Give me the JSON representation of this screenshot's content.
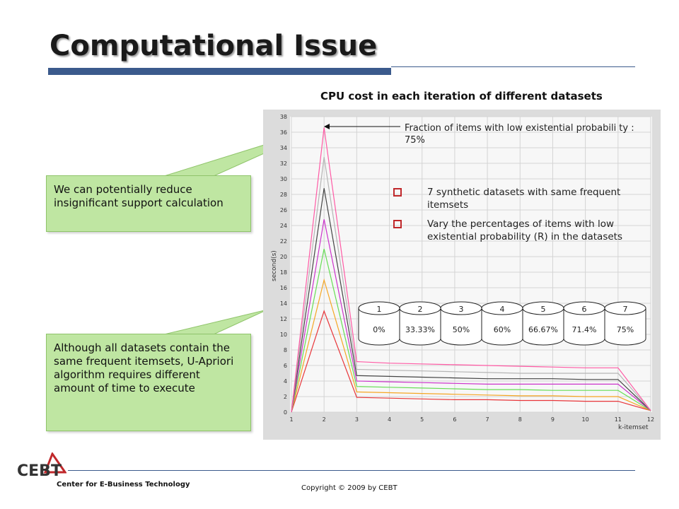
{
  "slide": {
    "title": "Computational Issue",
    "callout_top": "We can potentially reduce insignificant support calculation",
    "callout_bottom": "Although all datasets contain the same frequent itemsets, U-Apriori algorithm requires different amount of time to execute",
    "annotation": "Fraction of items with low existential probabili ty : 75%",
    "bullets": [
      "7 synthetic datasets with same frequent itemsets",
      "Vary the percentages of items with low existential probability (R) in the datasets"
    ],
    "datasets": [
      {
        "id": "1",
        "r": "0%"
      },
      {
        "id": "2",
        "r": "33.33%"
      },
      {
        "id": "3",
        "r": "50%"
      },
      {
        "id": "4",
        "r": "60%"
      },
      {
        "id": "5",
        "r": "66.67%"
      },
      {
        "id": "6",
        "r": "71.4%"
      },
      {
        "id": "7",
        "r": "75%"
      }
    ],
    "footer_left": "Center for E-Business Technology",
    "footer_center": "Copyright © 2009 by CEBT",
    "logo_text": "CEBT",
    "colors": {
      "title_bar": "#3b5a8c",
      "callout_fill": "#bfe6a2",
      "plot_bg": "#ececec",
      "logo_red": "#c0282b"
    }
  },
  "chart_data": {
    "type": "line",
    "title": "CPU cost in each iteration of different datasets",
    "xlabel": "k-itemset",
    "ylabel": "second(s)",
    "xlim": [
      1,
      12
    ],
    "ylim": [
      0,
      38
    ],
    "xticks": [
      "1",
      "2",
      "3",
      "4",
      "5",
      "6",
      "7",
      "8",
      "9",
      "10",
      "11",
      "12"
    ],
    "yticks": [
      "0",
      "2",
      "4",
      "6",
      "8",
      "10",
      "12",
      "14",
      "16",
      "18",
      "20",
      "22",
      "24",
      "26",
      "28",
      "30",
      "32",
      "34",
      "36",
      "38"
    ],
    "grid": true,
    "x": [
      1,
      2,
      3,
      4,
      5,
      6,
      7,
      8,
      9,
      10,
      11,
      12
    ],
    "series": [
      {
        "color": "#e8363a",
        "values": [
          0,
          13.0,
          1.9,
          1.8,
          1.7,
          1.6,
          1.6,
          1.5,
          1.5,
          1.4,
          1.4,
          0.2
        ]
      },
      {
        "color": "#f5a623",
        "values": [
          0,
          17.0,
          2.6,
          2.5,
          2.4,
          2.3,
          2.2,
          2.1,
          2.1,
          2.0,
          2.0,
          0.2
        ]
      },
      {
        "color": "#66dd55",
        "values": [
          0,
          21.0,
          3.3,
          3.2,
          3.1,
          3.0,
          2.9,
          2.9,
          2.8,
          2.8,
          2.8,
          0.2
        ]
      },
      {
        "color": "#cc33cc",
        "values": [
          0,
          24.8,
          4.0,
          3.9,
          3.8,
          3.7,
          3.6,
          3.6,
          3.6,
          3.6,
          3.6,
          0.2
        ]
      },
      {
        "color": "#444444",
        "values": [
          0,
          28.8,
          4.7,
          4.6,
          4.5,
          4.4,
          4.3,
          4.3,
          4.3,
          4.2,
          4.2,
          0.2
        ]
      },
      {
        "color": "#b5b5b5",
        "values": [
          0,
          32.8,
          5.5,
          5.4,
          5.3,
          5.2,
          5.1,
          5.0,
          5.0,
          5.0,
          5.0,
          0.2
        ]
      },
      {
        "color": "#ff5aa5",
        "values": [
          0,
          36.6,
          6.5,
          6.3,
          6.2,
          6.1,
          6.0,
          5.9,
          5.8,
          5.7,
          5.7,
          0.2
        ]
      }
    ]
  }
}
